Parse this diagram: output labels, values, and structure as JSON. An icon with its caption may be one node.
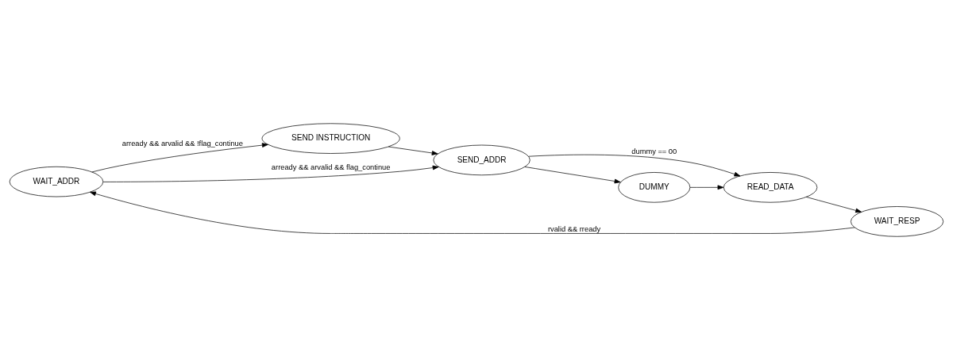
{
  "diagram": {
    "nodes": [
      {
        "text": [
          "WAIT_ADDR"
        ]
      },
      {
        "text": [
          "SEND INSTRUCTION"
        ]
      },
      {
        "text": [
          "SEND_ADDR"
        ]
      },
      {
        "text": [
          "WAIT_RESP"
        ]
      },
      {
        "text": [
          "READ_DATA"
        ]
      },
      {
        "text": [
          "DUMMY"
        ]
      }
    ],
    "edges": [
      {
        "from": 0,
        "to": 2,
        "arrow": "to",
        "label": "arready && arvalid && flag_continue"
      },
      {
        "from": 0,
        "to": 1,
        "arrow": "to",
        "label": "arready && arvalid && !flag_continue"
      },
      {
        "from": 1,
        "to": 2,
        "arrow": "to"
      },
      {
        "from": 2,
        "to": 5,
        "arrow": "to"
      },
      {
        "from": 5,
        "to": 4,
        "arrow": "to"
      },
      {
        "from": 2,
        "to": 4,
        "arrow": "to",
        "label": "dummy == 00"
      },
      {
        "from": 4,
        "to": 3,
        "arrow": "to"
      },
      {
        "from": 3,
        "to": 0,
        "arrow": "to",
        "label": "rvalid && rready"
      }
    ]
  }
}
